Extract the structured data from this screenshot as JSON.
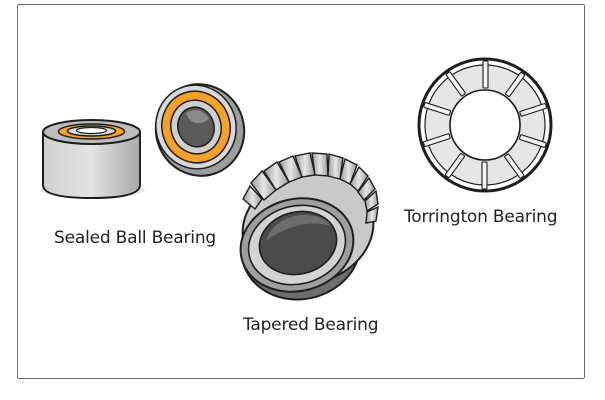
{
  "labels": {
    "sealed": "Sealed Ball Bearing",
    "tapered": "Tapered Bearing",
    "torrington": "Torrington Bearing"
  },
  "colors": {
    "outline": "#1e1e1e",
    "steel_light": "#d6d6d6",
    "steel_mid": "#b3b3b3",
    "steel_dark": "#7d7d7d",
    "bore_dark": "#4b4b4b",
    "seal_orange": "#f3a02c"
  },
  "icons": [
    "sealed-ball-bearing-icon",
    "tapered-bearing-icon",
    "torrington-bearing-icon"
  ]
}
